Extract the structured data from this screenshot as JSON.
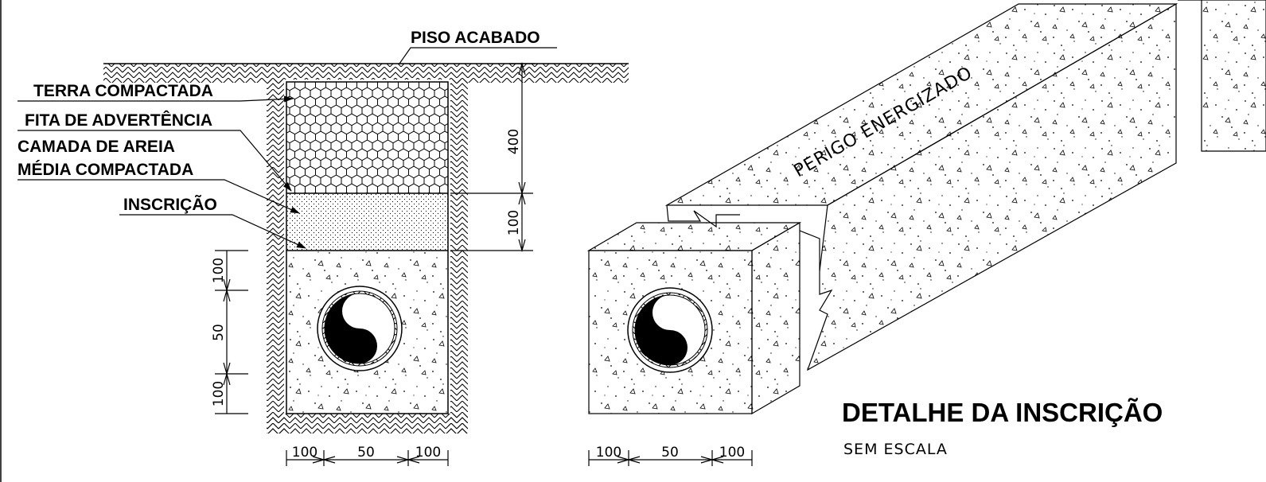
{
  "labels": {
    "piso_acabado": "PISO ACABADO",
    "terra_compactada": "TERRA COMPACTADA",
    "fita_advertencia": "FITA DE ADVERTÊNCIA",
    "camada_areia_1": "CAMADA DE AREIA",
    "camada_areia_2": "MÉDIA COMPACTADA",
    "inscricao": "INSCRIÇÃO"
  },
  "dimensions": {
    "depth_top": "400",
    "depth_sand": "100",
    "v_top": "100",
    "v_mid": "50",
    "v_bottom": "100",
    "h_left": "100",
    "h_mid": "50",
    "h_right": "100",
    "iso_h_left": "100",
    "iso_h_mid": "50",
    "iso_h_right": "100"
  },
  "inscription_text": "PERIGO ENERGIZADO",
  "title": "DETALHE DA INSCRIÇÃO",
  "subtitle": "SEM ESCALA"
}
